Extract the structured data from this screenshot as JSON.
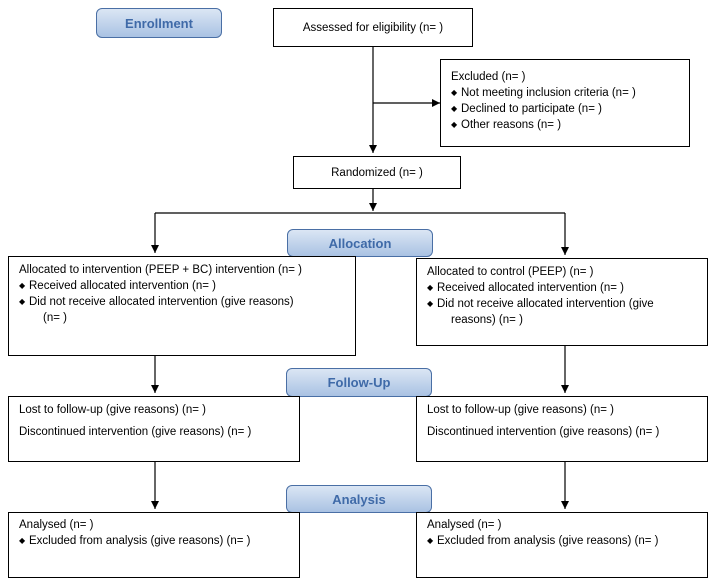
{
  "stages": {
    "enrollment": "Enrollment",
    "allocation": "Allocation",
    "followup": "Follow-Up",
    "analysis": "Analysis"
  },
  "assessed": "Assessed for eligibility (n=  )",
  "excluded": {
    "title": "Excluded  (n=   )",
    "items": [
      "Not meeting inclusion criteria (n=  )",
      "Declined to participate (n=  )",
      "Other reasons (n=  )"
    ]
  },
  "randomized": "Randomized (n=  )",
  "allocation": {
    "intervention": {
      "title": "Allocated to intervention (PEEP + BC) intervention (n=  )",
      "received": "Received allocated intervention (n=  )",
      "not_received": "Did not receive allocated intervention (give reasons)",
      "not_received_n": "(n=  )"
    },
    "control": {
      "title": "Allocated to control (PEEP) (n=  )",
      "received": "Received allocated intervention (n=  )",
      "not_received": "Did not receive allocated intervention (give",
      "not_received_cont": "reasons) (n=  )"
    }
  },
  "followup": {
    "intervention": {
      "lost": "Lost to follow-up (give reasons) (n=  )",
      "discontinued": "Discontinued intervention (give reasons) (n=  )"
    },
    "control": {
      "lost": "Lost to follow-up (give reasons) (n=  )",
      "discontinued": "Discontinued intervention (give reasons) (n=  )"
    }
  },
  "analysis": {
    "intervention": {
      "analysed": "Analysed  (n=  )",
      "excluded": "Excluded from analysis (give reasons) (n=  )"
    },
    "control": {
      "analysed": "Analysed  (n=  )",
      "excluded": "Excluded from analysis (give reasons) (n=  )"
    }
  }
}
